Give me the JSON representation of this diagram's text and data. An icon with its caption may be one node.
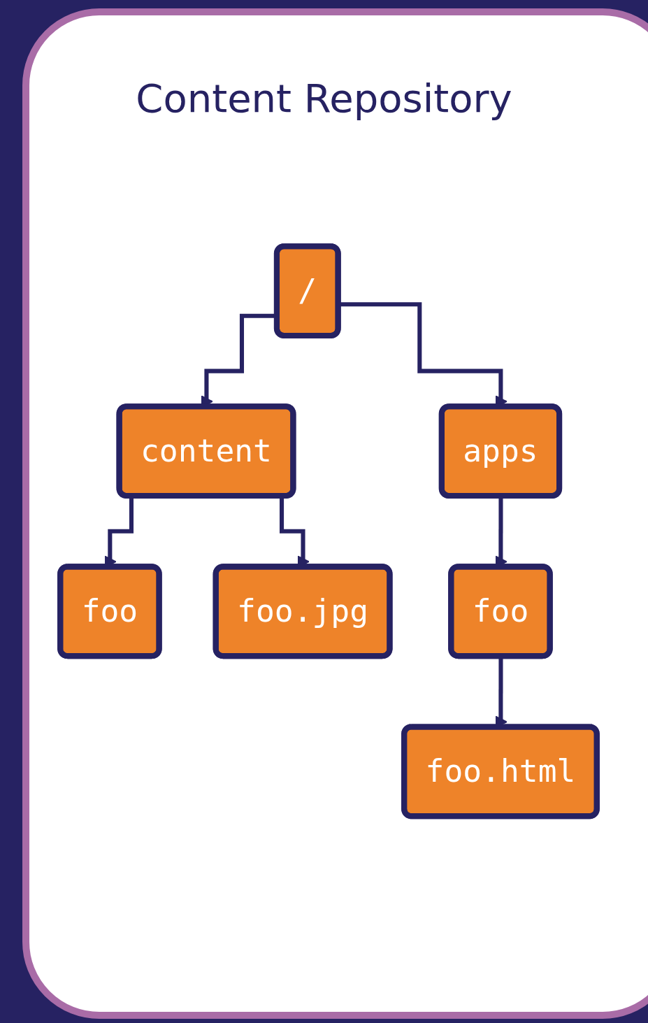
{
  "diagram": {
    "title": "Content Repository",
    "nodes": [
      {
        "text": [
          "/"
        ]
      },
      {
        "text": [
          "content"
        ]
      },
      {
        "text": [
          "foo"
        ]
      },
      {
        "text": [
          "foo.jpg"
        ]
      },
      {
        "text": [
          "apps"
        ]
      },
      {
        "text": [
          "foo"
        ]
      },
      {
        "text": [
          "foo.html"
        ]
      }
    ],
    "edges": [
      {
        "from": 0,
        "to": 1,
        "arrow": "to"
      },
      {
        "from": 1,
        "to": 2,
        "arrow": "to"
      },
      {
        "from": 1,
        "to": 3,
        "arrow": "to"
      },
      {
        "from": 0,
        "to": 4,
        "arrow": "to"
      },
      {
        "from": 4,
        "to": 5,
        "arrow": "to"
      },
      {
        "from": 5,
        "to": 6,
        "arrow": "to"
      }
    ]
  }
}
